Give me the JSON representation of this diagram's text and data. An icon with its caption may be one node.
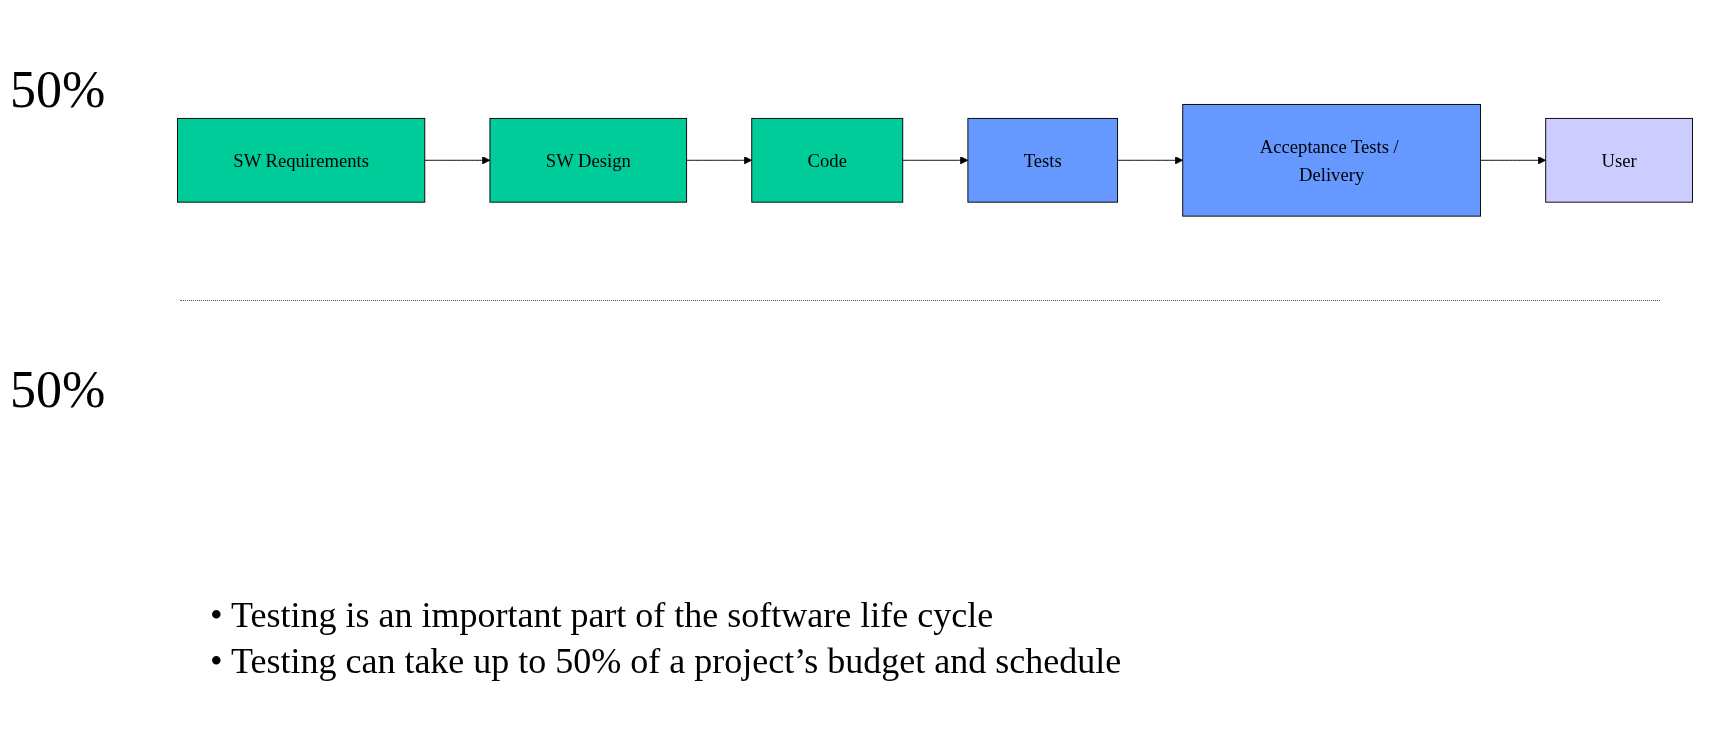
{
  "diagram": {
    "nodes": [
      {
        "text": [
          "SW Requirements"
        ]
      },
      {
        "text": [
          "SW Design"
        ]
      },
      {
        "text": [
          "Code"
        ]
      },
      {
        "text": [
          "Tests"
        ]
      },
      {
        "text": [
          "Acceptance Tests / Delivery"
        ]
      },
      {
        "text": [
          "User"
        ]
      }
    ],
    "edges": [
      {
        "from": 0,
        "to": 1,
        "arrow": "to"
      },
      {
        "from": 1,
        "to": 2,
        "arrow": "to"
      },
      {
        "from": 2,
        "to": 3,
        "arrow": "to"
      },
      {
        "from": 3,
        "to": 4,
        "arrow": "to"
      },
      {
        "from": 4,
        "to": 5,
        "arrow": "to"
      }
    ],
    "labels": [
      "50%",
      "50%",
      "• Testing is an important part of the software life cycle",
      "• Testing can take up to 50% of a project’s budget and schedule"
    ]
  }
}
